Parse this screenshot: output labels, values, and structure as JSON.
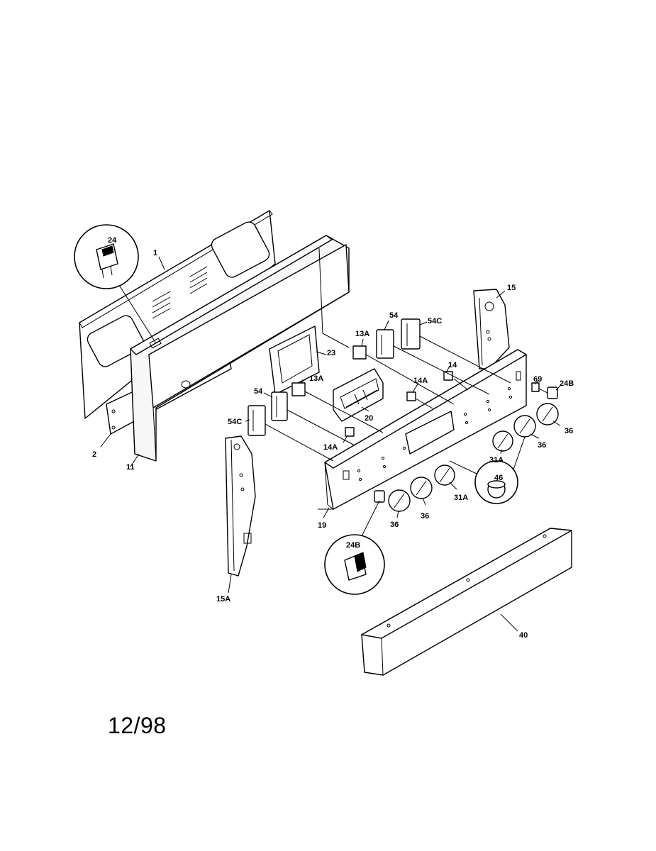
{
  "labels": {
    "p1": "1",
    "p2": "2",
    "p11": "11",
    "p13a_top": "13A",
    "p13a_mid": "13A",
    "p14": "14",
    "p14a_right": "14A",
    "p14a_left": "14A",
    "p15": "15",
    "p15a": "15A",
    "p19": "19",
    "p20": "20",
    "p23": "23",
    "p24": "24",
    "p24b_right": "24B",
    "p24b_inset": "24B",
    "p31a_upper": "31A",
    "p31a_lower": "31A",
    "p36_a": "36",
    "p36_b": "36",
    "p36_c": "36",
    "p36_d": "36",
    "p40": "40",
    "p46": "46",
    "p54_top": "54",
    "p54_mid": "54",
    "p54c_top": "54C",
    "p54c_left": "54C",
    "p69": "69"
  },
  "date_stamp": "12/98"
}
